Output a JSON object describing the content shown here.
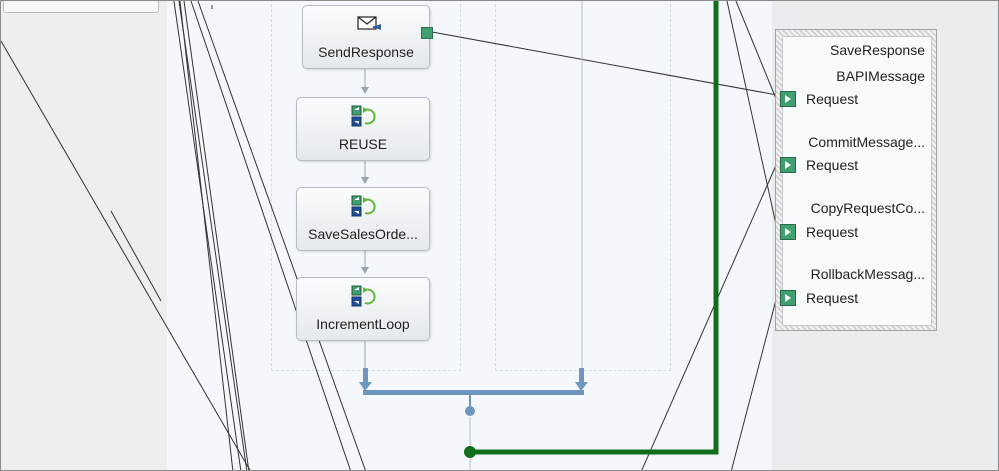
{
  "shapes": {
    "send_response": "SendResponse",
    "reuse": "REUSE",
    "save_sales_order": "SaveSalesOrde...",
    "increment_loop": "IncrementLoop"
  },
  "save_response": {
    "title": "SaveResponse",
    "messages": [
      {
        "name": "BAPIMessage",
        "port": "Request"
      },
      {
        "name": "CommitMessage...",
        "port": "Request"
      },
      {
        "name": "CopyRequestCo...",
        "port": "Request"
      },
      {
        "name": "RollbackMessag...",
        "port": "Request"
      }
    ]
  },
  "colors": {
    "flow_line": "#0f6e1a",
    "join_bar": "#6f96bd",
    "port_green": "#3f9f6f"
  },
  "icons": {
    "send_response": "envelope-send-icon",
    "reuse": "call-orchestration-icon",
    "save_sales_order": "call-orchestration-icon",
    "increment_loop": "call-orchestration-icon"
  }
}
